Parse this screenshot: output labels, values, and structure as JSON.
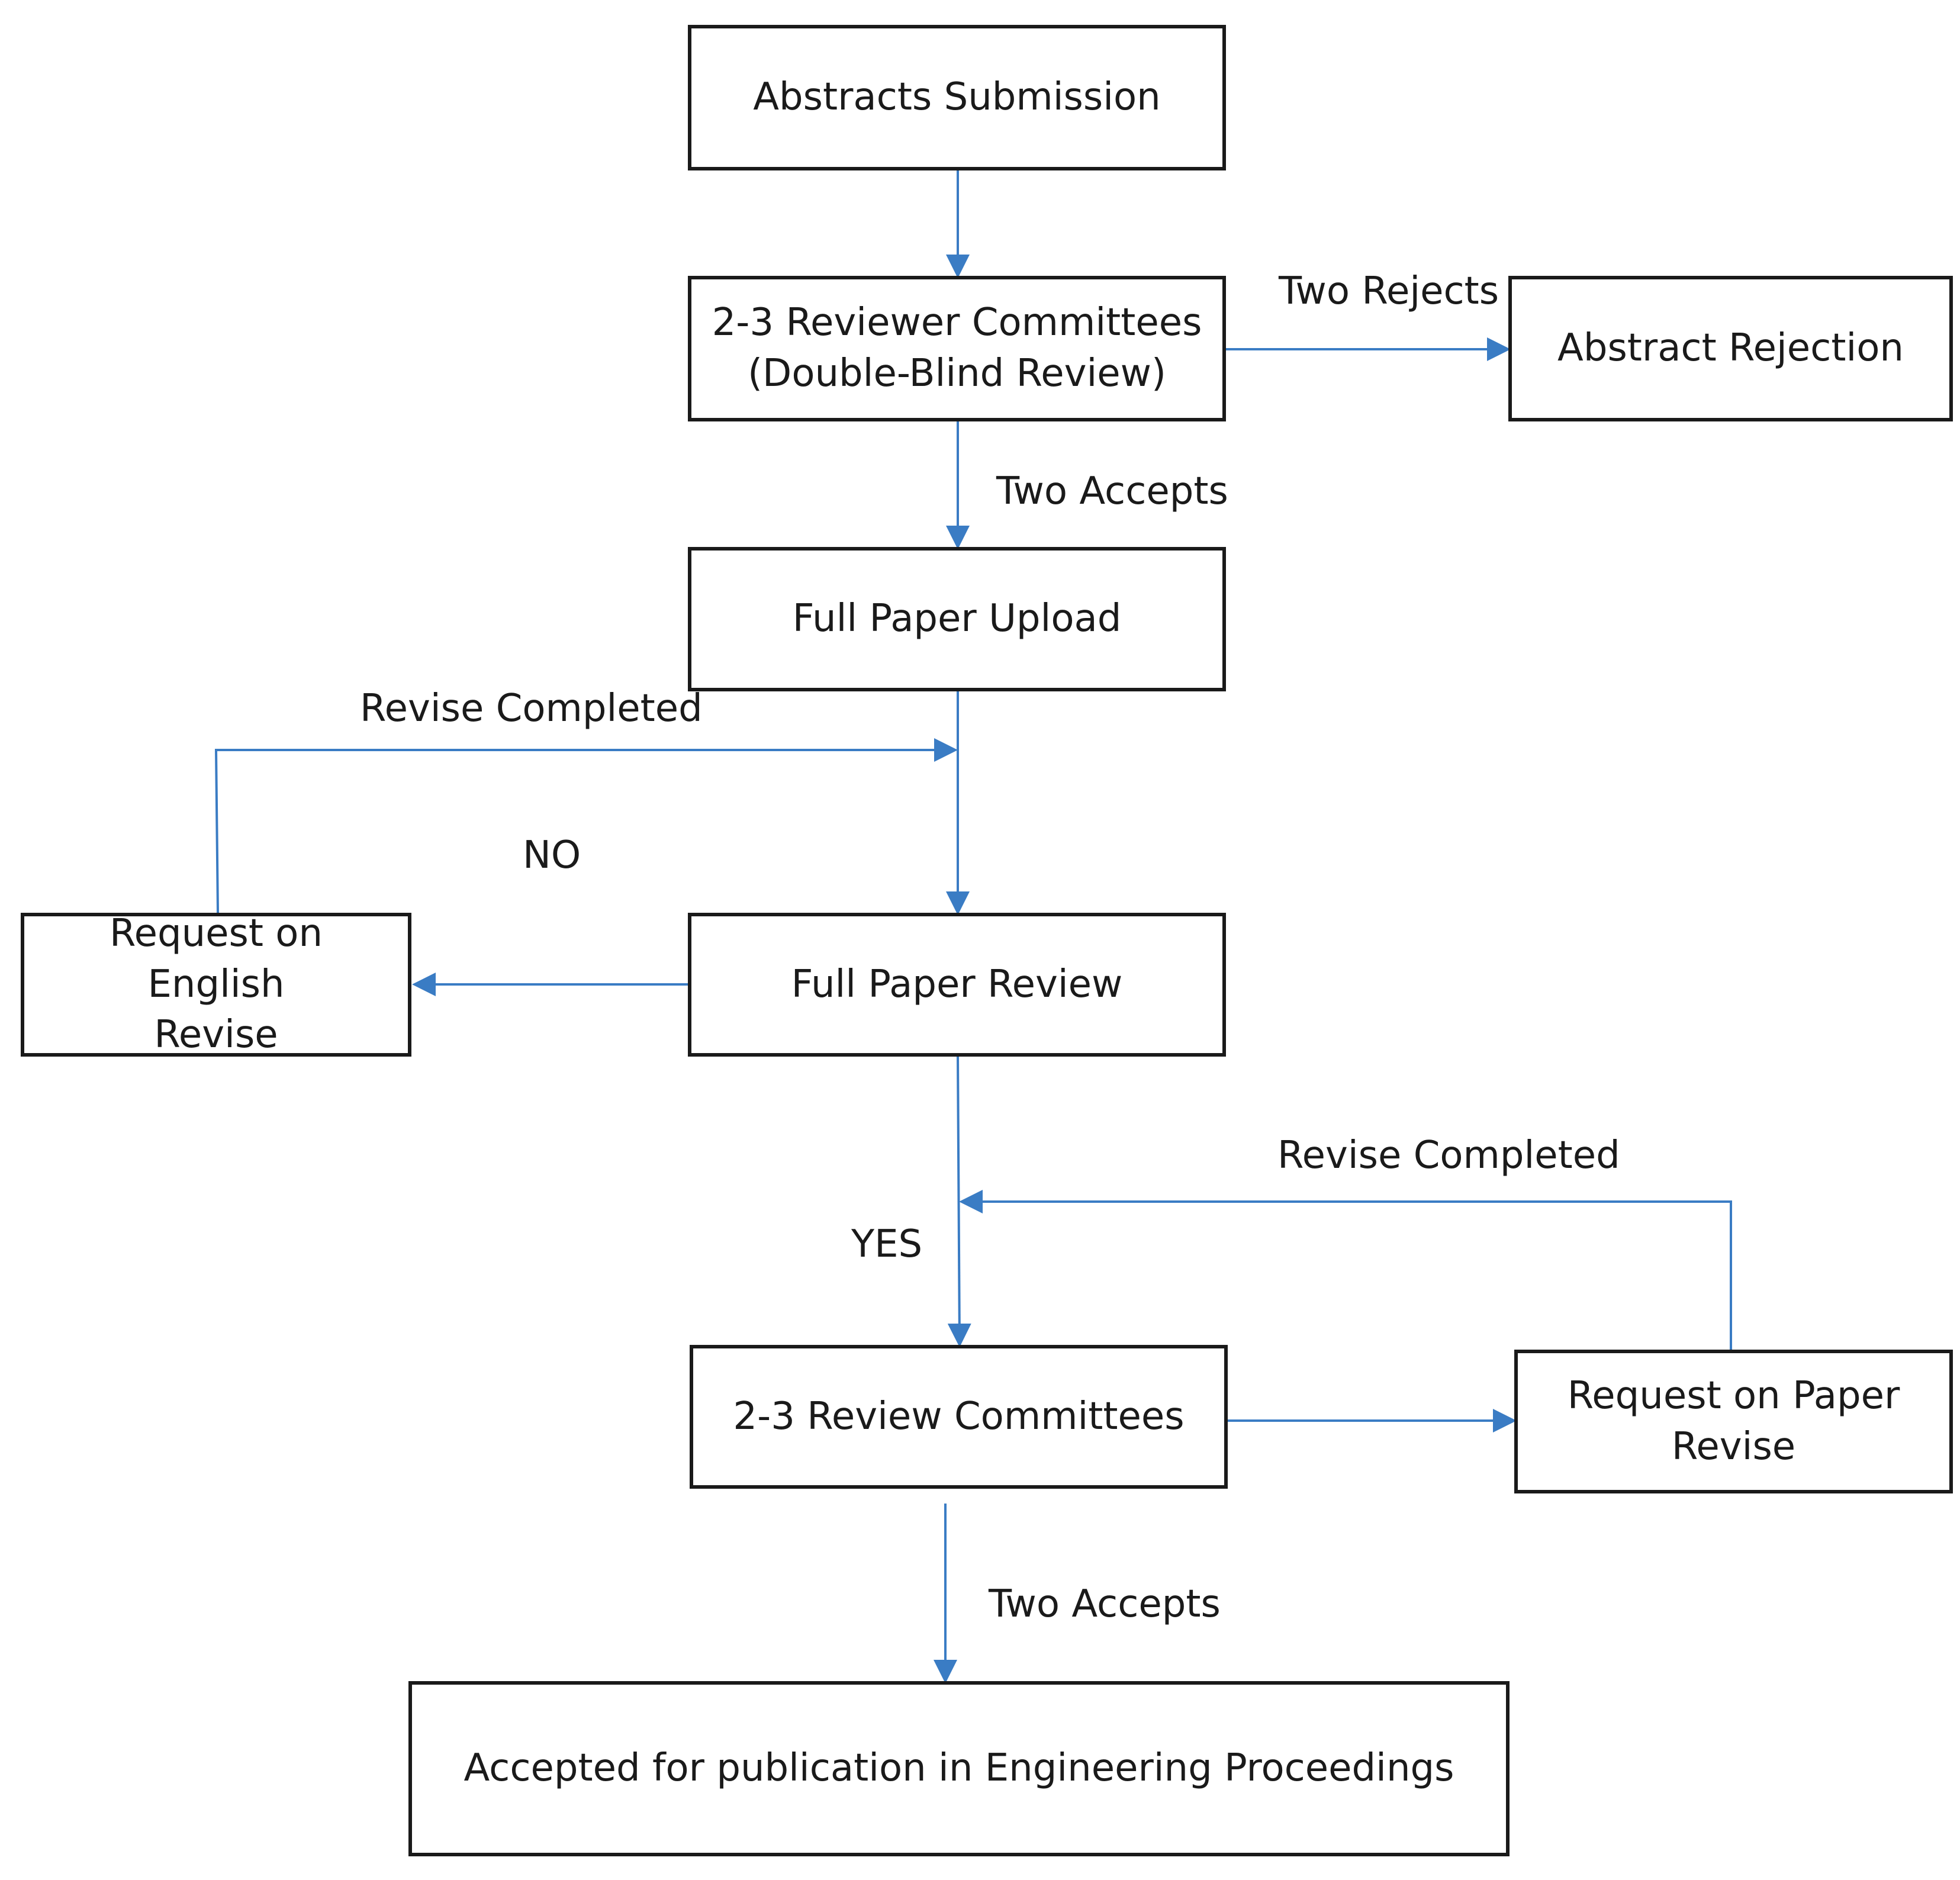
{
  "colors": {
    "connector": "#3a7cc4",
    "box_border": "#1a1a1a",
    "text": "#1a1a1a",
    "background": "#ffffff"
  },
  "nodes": {
    "abstracts_submission": "Abstracts Submission",
    "reviewer_committees": {
      "line1": "2-3 Reviewer Committees",
      "line2": "(Double-Blind Review)"
    },
    "abstract_rejection": "Abstract Rejection",
    "full_paper_upload": "Full Paper Upload",
    "full_paper_review": "Full Paper Review",
    "english_revise": {
      "line1": "Request on English",
      "line2": "Revise"
    },
    "review_committees": "2-3 Review Committees",
    "paper_revise": {
      "line1": "Request on Paper",
      "line2": "Revise"
    },
    "accepted": "Accepted for publication in Engineering Proceedings"
  },
  "edge_labels": {
    "two_rejects": "Two Rejects",
    "two_accepts_first": "Two Accepts",
    "revise_completed_english": "Revise Completed",
    "no": "NO",
    "yes": "YES",
    "revise_completed_paper": "Revise Completed",
    "two_accepts_final": "Two Accepts"
  }
}
